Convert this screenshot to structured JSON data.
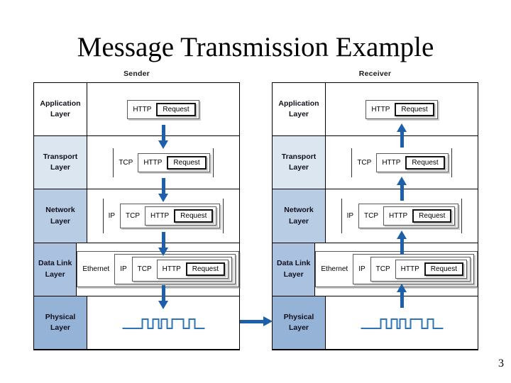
{
  "slide": {
    "title": "Message Transmission Example",
    "page_number": "3"
  },
  "colors": {
    "arrow_blue": "#1e5fa9",
    "waveform_blue": "#2e74b5",
    "table_border": "#000000"
  },
  "diagram": {
    "columns": [
      {
        "id": "sender",
        "label": "Sender",
        "arrow_direction": "down",
        "layers": [
          {
            "id": "application",
            "name_lines": [
              "Application",
              "Layer"
            ],
            "fill": "#ffffff",
            "packet": [
              "HTTP",
              "Request"
            ]
          },
          {
            "id": "transport",
            "name_lines": [
              "Transport",
              "Layer"
            ],
            "fill": "#dce6f1",
            "packet": [
              "TCP",
              "HTTP",
              "Request"
            ]
          },
          {
            "id": "network",
            "name_lines": [
              "Network",
              "Layer"
            ],
            "fill": "#b8cce4",
            "packet": [
              "IP",
              "TCP",
              "HTTP",
              "Request"
            ]
          },
          {
            "id": "data-link",
            "name_lines": [
              "Data Link",
              "Layer"
            ],
            "fill": "#aac1e0",
            "packet": [
              "Ethernet",
              "IP",
              "TCP",
              "HTTP",
              "Request"
            ]
          },
          {
            "id": "physical",
            "name_lines": [
              "Physical",
              "Layer"
            ],
            "fill": "#95b3d7",
            "signal": "square-wave"
          }
        ]
      },
      {
        "id": "receiver",
        "label": "Receiver",
        "arrow_direction": "up",
        "layers": [
          {
            "id": "application",
            "name_lines": [
              "Application",
              "Layer"
            ],
            "fill": "#ffffff",
            "packet": [
              "HTTP",
              "Request"
            ]
          },
          {
            "id": "transport",
            "name_lines": [
              "Transport",
              "Layer"
            ],
            "fill": "#dce6f1",
            "packet": [
              "TCP",
              "HTTP",
              "Request"
            ]
          },
          {
            "id": "network",
            "name_lines": [
              "Network",
              "Layer"
            ],
            "fill": "#b8cce4",
            "packet": [
              "IP",
              "TCP",
              "HTTP",
              "Request"
            ]
          },
          {
            "id": "data-link",
            "name_lines": [
              "Data Link",
              "Layer"
            ],
            "fill": "#aac1e0",
            "packet": [
              "Ethernet",
              "IP",
              "TCP",
              "HTTP",
              "Request"
            ]
          },
          {
            "id": "physical",
            "name_lines": [
              "Physical",
              "Layer"
            ],
            "fill": "#95b3d7",
            "signal": "square-wave"
          }
        ]
      }
    ]
  }
}
